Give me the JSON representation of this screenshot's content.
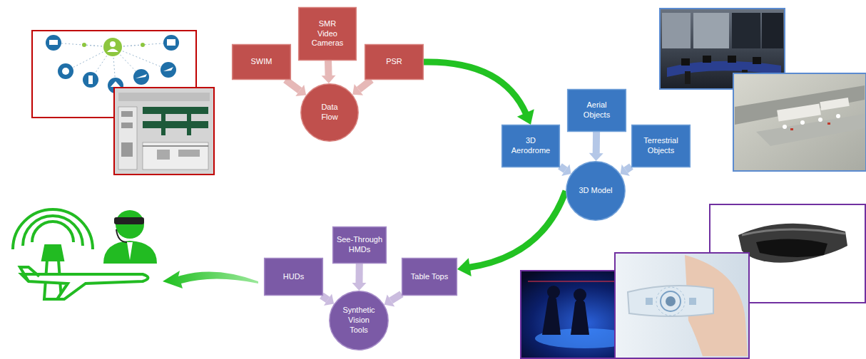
{
  "diagram": {
    "nodes": [
      {
        "text": [
          "SMR Video Cameras"
        ]
      },
      {
        "text": [
          "SWIM"
        ]
      },
      {
        "text": [
          "PSR"
        ]
      },
      {
        "text": [
          "Data Flow"
        ]
      },
      {
        "text": [
          "Aerial Objects"
        ]
      },
      {
        "text": [
          "3D Aerodrome"
        ]
      },
      {
        "text": [
          "Terrestrial Objects"
        ]
      },
      {
        "text": [
          "3D Model"
        ]
      },
      {
        "text": [
          "See-Through HMDs"
        ]
      },
      {
        "text": [
          "HUDs"
        ]
      },
      {
        "text": [
          "Table Tops"
        ]
      },
      {
        "text": [
          "Synthetic Vision Tools"
        ]
      }
    ],
    "edges": [
      {
        "from": 0,
        "to": 3,
        "arrow": "to"
      },
      {
        "from": 1,
        "to": 3,
        "arrow": "to"
      },
      {
        "from": 2,
        "to": 3,
        "arrow": "to"
      },
      {
        "from": 4,
        "to": 7,
        "arrow": "to"
      },
      {
        "from": 5,
        "to": 7,
        "arrow": "to"
      },
      {
        "from": 6,
        "to": 7,
        "arrow": "to"
      },
      {
        "from": 8,
        "to": 11,
        "arrow": "to"
      },
      {
        "from": 9,
        "to": 11,
        "arrow": "to"
      },
      {
        "from": 10,
        "to": 11,
        "arrow": "to"
      },
      {
        "from": 2,
        "to": 5,
        "arrow": "to"
      },
      {
        "from": 7,
        "to": 10,
        "arrow": "to"
      }
    ]
  }
}
